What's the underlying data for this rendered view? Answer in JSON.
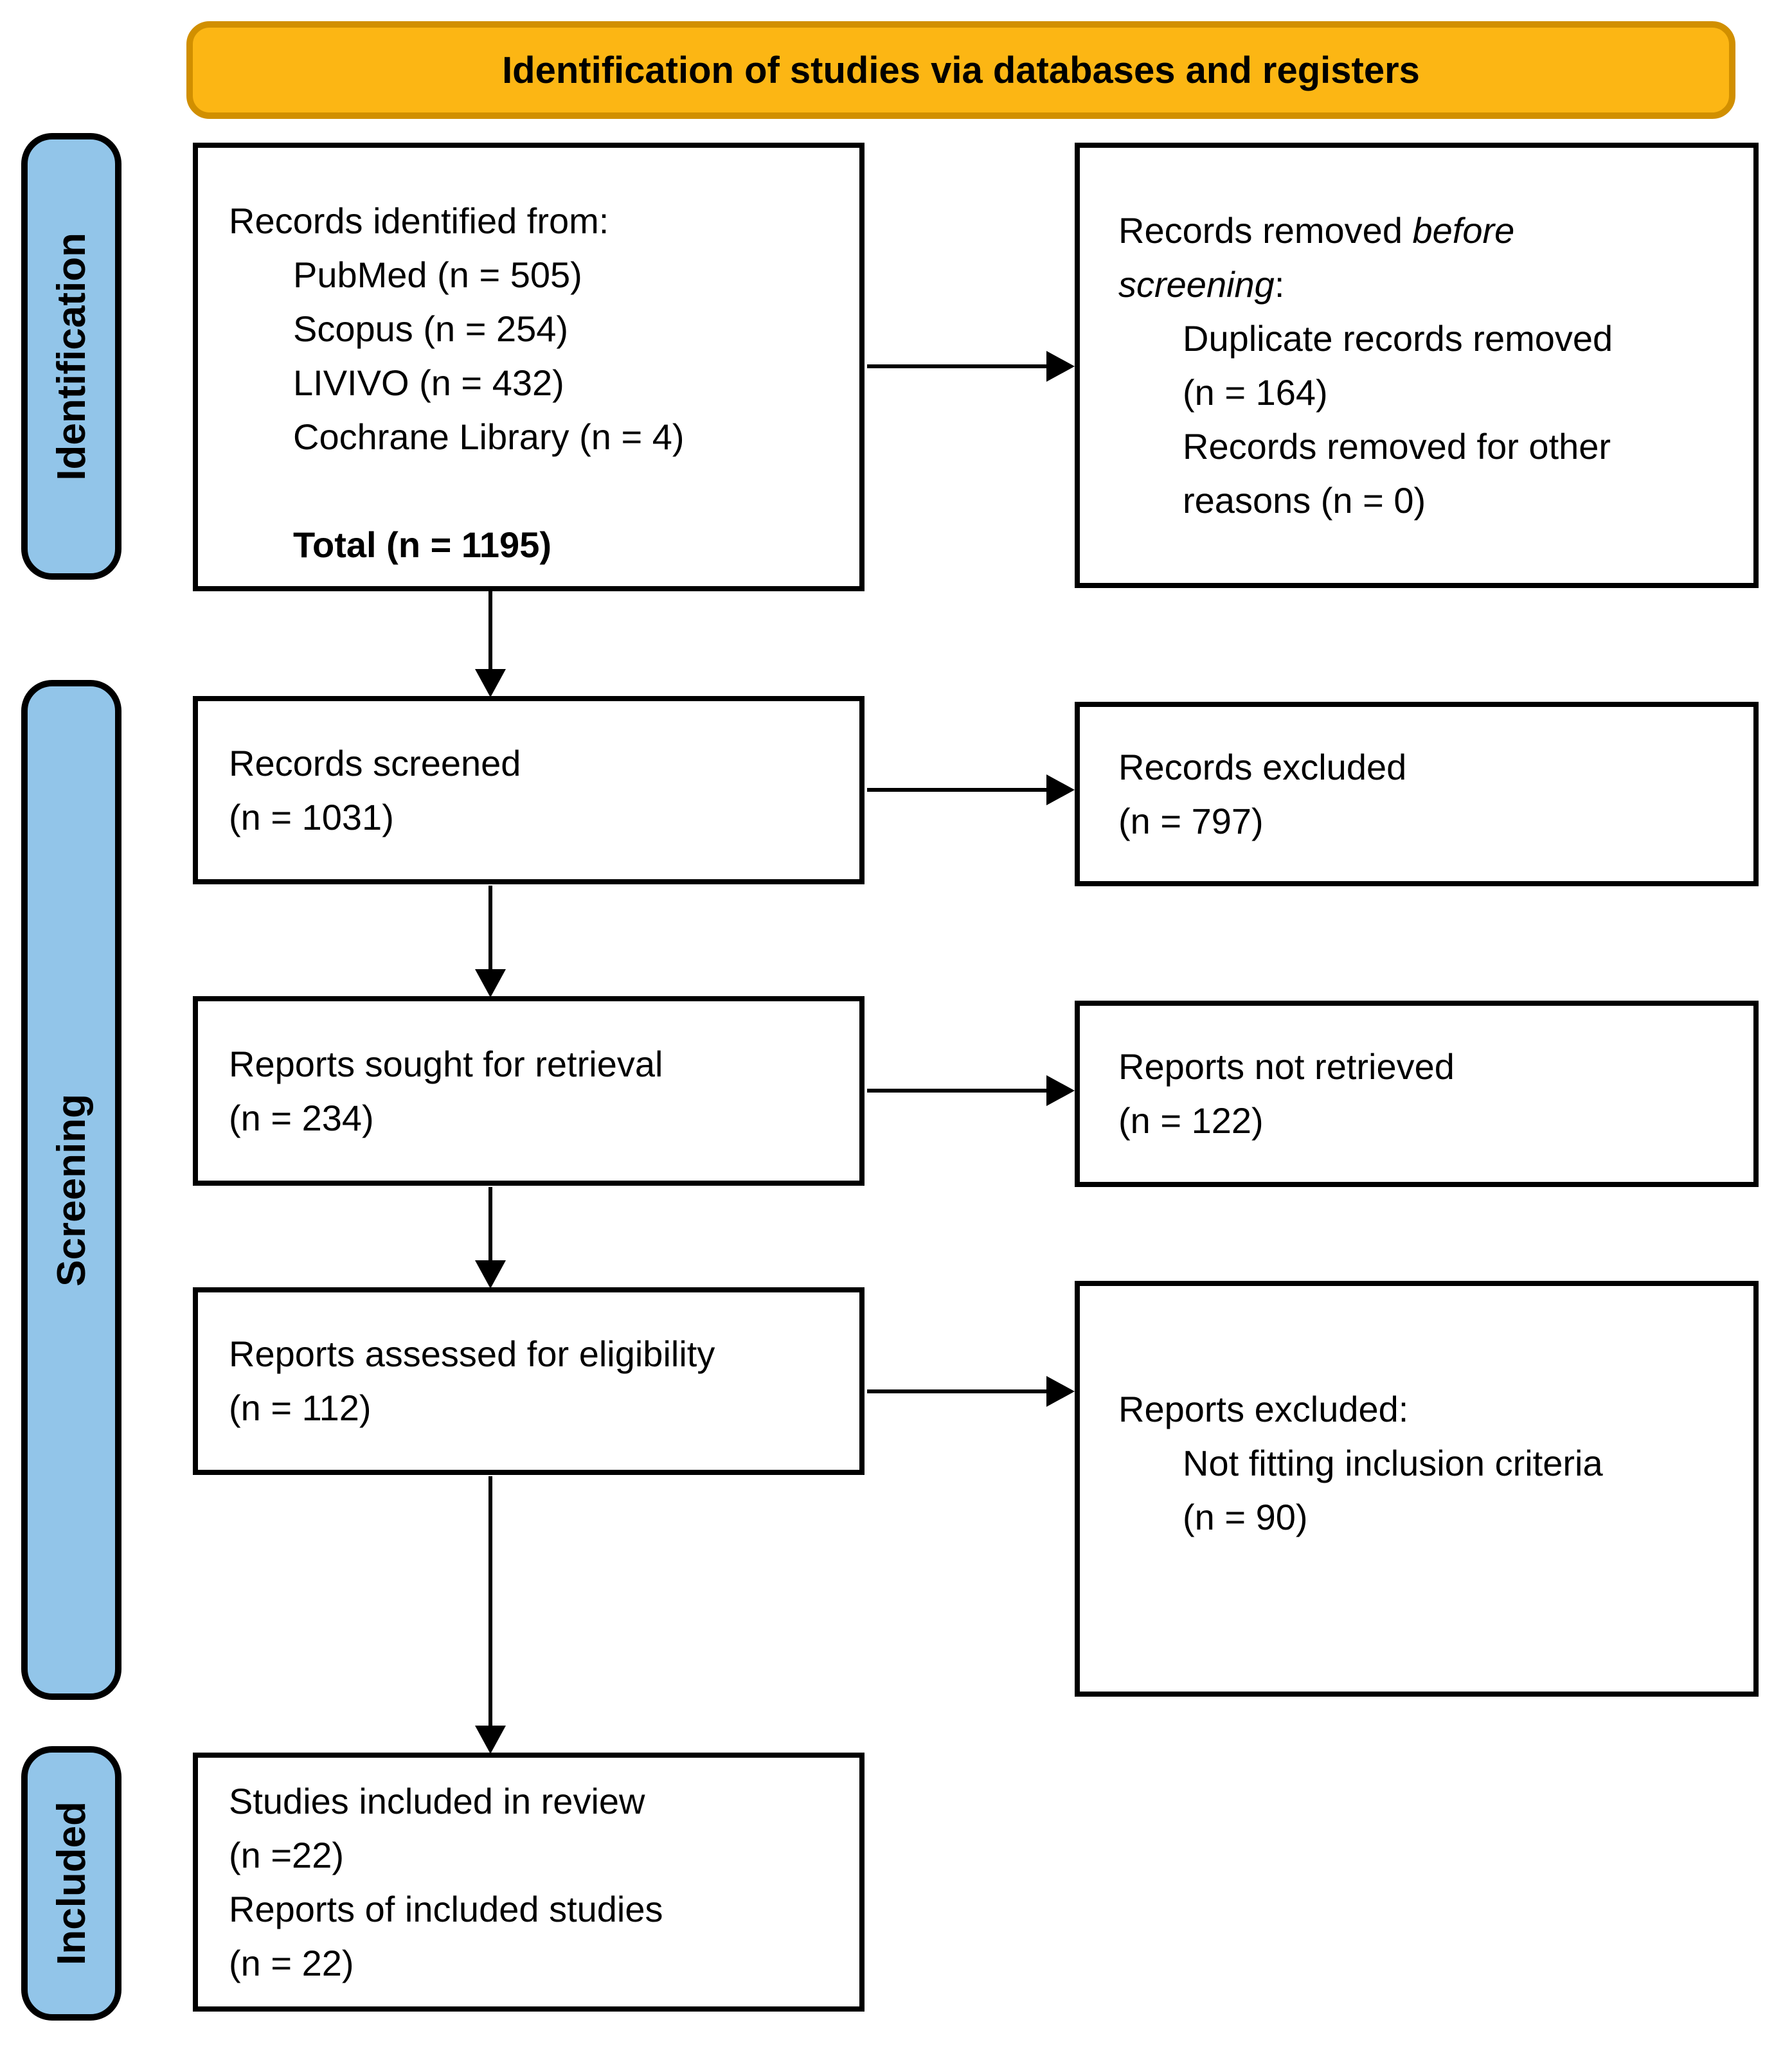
{
  "banner": {
    "title": "Identification of studies via databases and registers"
  },
  "stages": [
    {
      "label": "Identification"
    },
    {
      "label": "Screening"
    },
    {
      "label": "Included"
    }
  ],
  "colors": {
    "banner_fill": "#FCB614",
    "banner_border": "#D18F00",
    "stage_fill": "#92C5E9",
    "box_border": "#000000"
  },
  "boxes": {
    "records_identified": {
      "lines": [
        "Records identified from:",
        "PubMed (n = 505)",
        "Scopus (n = 254)",
        "LIVIVO (n = 432)",
        "Cochrane Library (n = 4)",
        "Total (n = 1195)"
      ]
    },
    "records_removed": {
      "l1_text": "Records removed ",
      "l1_italic": "before",
      "l2_italic": "screening",
      "l2_suffix": ":",
      "lines": [
        "Duplicate records removed",
        "(n = 164)",
        "Records removed for other",
        "reasons (n = 0)"
      ]
    },
    "records_screened": {
      "lines": [
        "Records screened",
        "(n = 1031)"
      ]
    },
    "records_excluded": {
      "lines": [
        "Records excluded",
        "(n = 797)"
      ]
    },
    "reports_sought": {
      "lines": [
        "Reports sought for retrieval",
        "(n = 234)"
      ]
    },
    "reports_not_retrieved": {
      "lines": [
        "Reports not retrieved",
        "(n = 122)"
      ]
    },
    "reports_assessed": {
      "lines": [
        "Reports assessed for eligibility",
        "(n = 112)"
      ]
    },
    "reports_excluded": {
      "lines": [
        "Reports excluded:",
        "Not fitting inclusion criteria",
        "(n = 90)"
      ]
    },
    "studies_included": {
      "lines": [
        "Studies included in review",
        "(n =22)",
        "Reports of included studies",
        "(n = 22)"
      ]
    }
  }
}
